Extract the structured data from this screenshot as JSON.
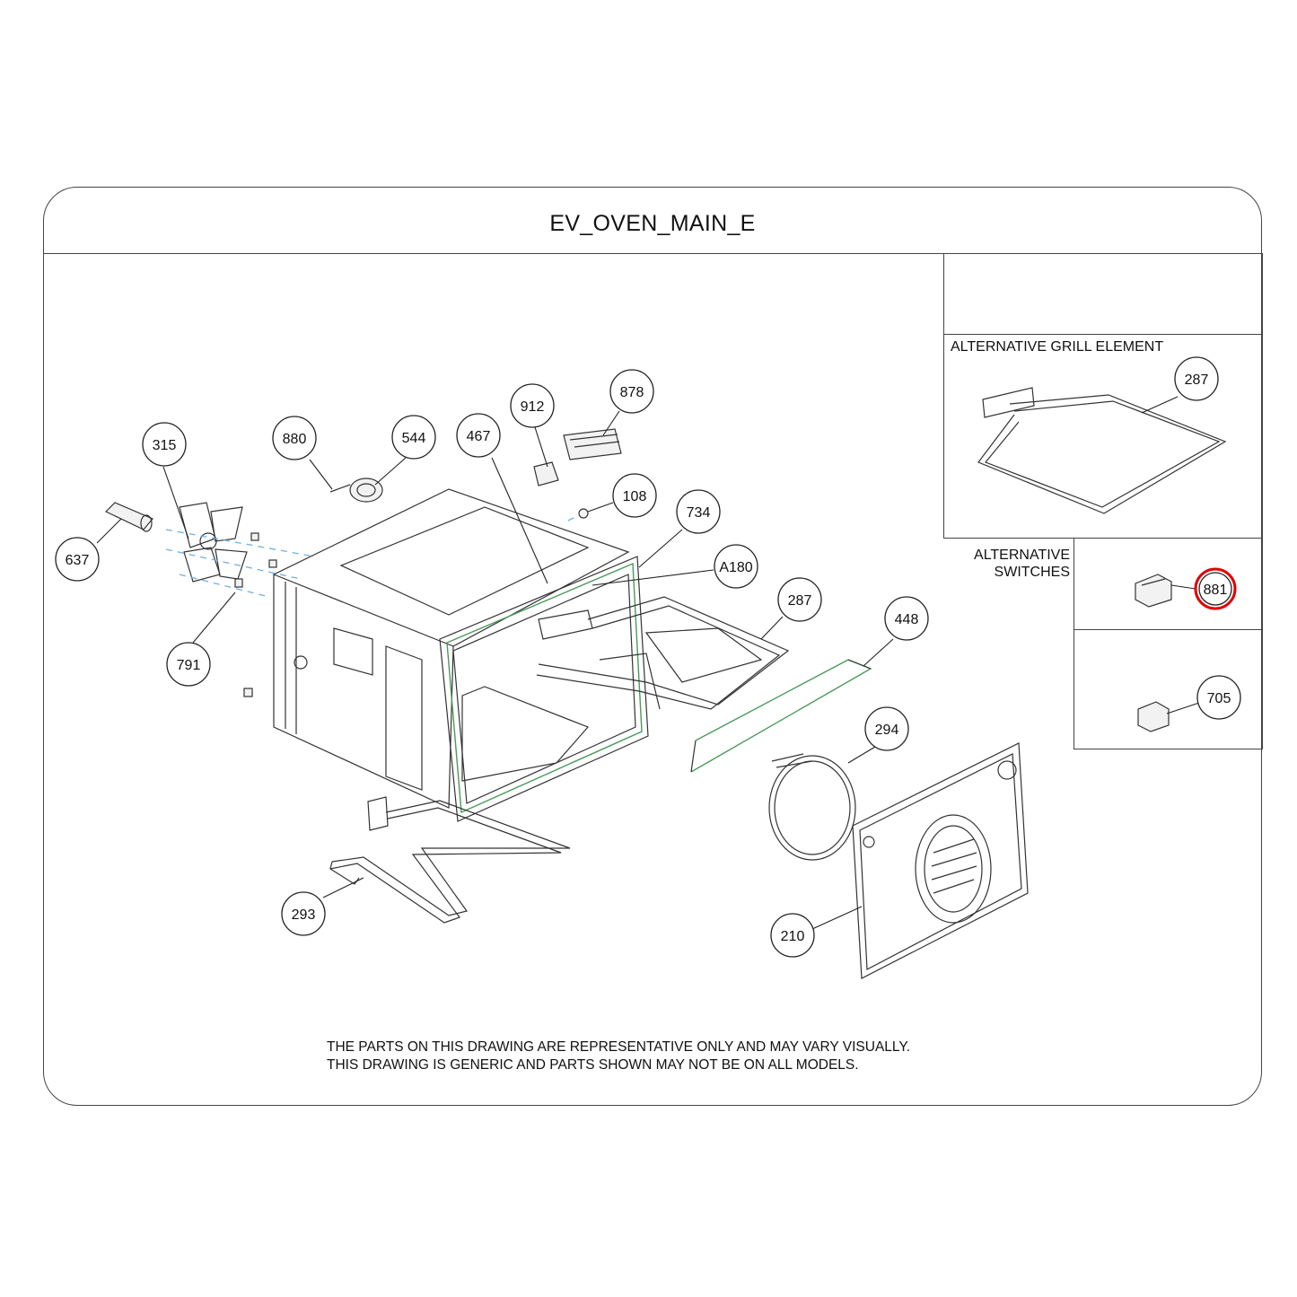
{
  "title": "EV_OVEN_MAIN_E",
  "insets": {
    "grill_label": "ALTERNATIVE GRILL ELEMENT",
    "switches_label_line1": "ALTERNATIVE",
    "switches_label_line2": "SWITCHES"
  },
  "callouts": {
    "c315": "315",
    "c880": "880",
    "c544": "544",
    "c467": "467",
    "c912": "912",
    "c878": "878",
    "c108": "108",
    "c734": "734",
    "cA180": "A180",
    "c287": "287",
    "c448": "448",
    "c637": "637",
    "c791": "791",
    "c294": "294",
    "c293": "293",
    "c210": "210",
    "c287b": "287",
    "c881": "881",
    "c705": "705"
  },
  "highlight": {
    "callout": "881",
    "color": "#e00000"
  },
  "footer": {
    "line1": "THE PARTS ON THIS DRAWING ARE REPRESENTATIVE ONLY AND MAY VARY VISUALLY.",
    "line2": "THIS DRAWING IS GENERIC AND PARTS SHOWN MAY NOT BE ON ALL MODELS."
  }
}
